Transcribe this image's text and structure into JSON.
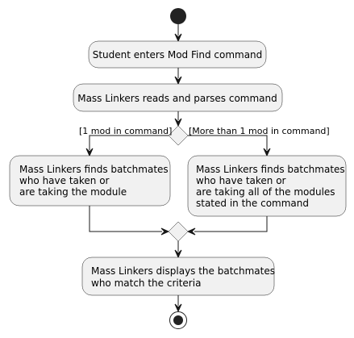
{
  "diagram": {
    "colors": {
      "node_fill": "#F1F1F1",
      "line": "#181818",
      "background": "#FFFFFF"
    },
    "start_node": "start",
    "activities": {
      "enter": [
        "Student enters Mod Find command"
      ],
      "parse": [
        "Mass Linkers reads and parses command"
      ],
      "find_single": [
        "Mass Linkers finds batchmates",
        "who have taken or",
        "are taking the module"
      ],
      "find_multi": [
        "Mass Linkers finds batchmates",
        "who have taken or",
        "are taking all of the modules",
        "stated in the command"
      ],
      "display": [
        "Mass Linkers displays the batchmates",
        "who match the criteria"
      ]
    },
    "decision": {
      "guard_left": "[1 mod in command]",
      "guard_right": "[More than 1 mod in command]"
    },
    "end_node": "stop"
  }
}
